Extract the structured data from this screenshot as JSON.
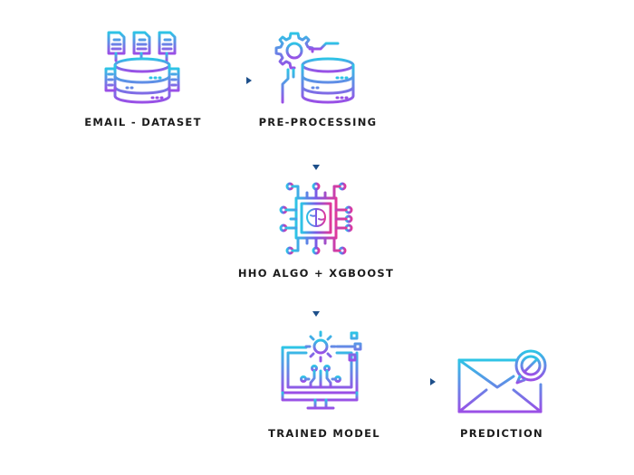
{
  "nodes": {
    "dataset": {
      "label": "EMAIL - DATASET",
      "icon": "database-documents-icon"
    },
    "preprocessing": {
      "label": "PRE-PROCESSING",
      "icon": "gear-database-icon"
    },
    "algorithm": {
      "label": "HHO ALGO + XGBOOST",
      "icon": "ai-chip-brain-icon"
    },
    "trained_model": {
      "label": "TRAINED MODEL",
      "icon": "monitor-gear-icon"
    },
    "prediction": {
      "label": "PREDICTION",
      "icon": "envelope-blocked-icon"
    }
  },
  "colors": {
    "gradient_top": "#2ec4e6",
    "gradient_bottom": "#9a4fe6",
    "gradient_magenta": "#e0389a",
    "arrow_start": "#39b6d8",
    "arrow_end": "#1d4f8a",
    "label": "#1b1b1b"
  }
}
